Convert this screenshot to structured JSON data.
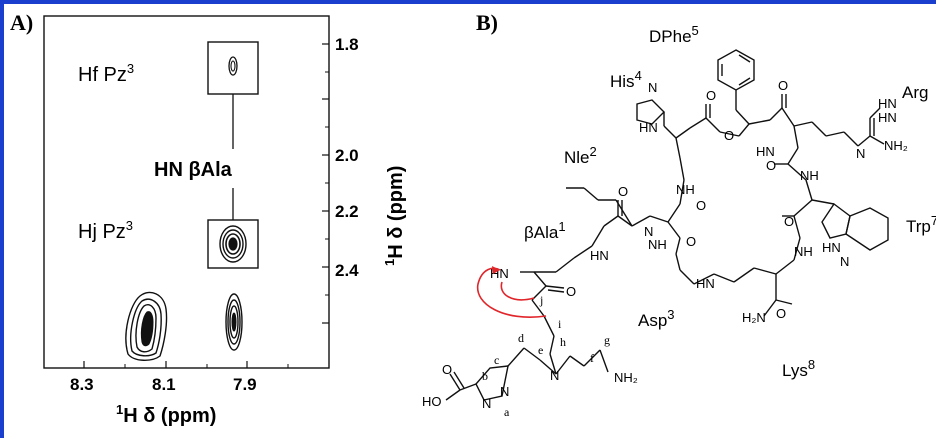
{
  "panel_a": {
    "letter": "A)",
    "x_ticks": [
      "8.3",
      "8.1",
      "7.9"
    ],
    "y_ticks": [
      "1.8",
      "2.0",
      "2.2",
      "2.4"
    ],
    "x_label_sup": "1",
    "x_label_main": "H δ (ppm)",
    "y_label_sup": "1",
    "y_label_main": "H δ (ppm)",
    "peak_hf": {
      "name": "Hf Pz",
      "sup": "3"
    },
    "peak_hj": {
      "name": "Hj Pz",
      "sup": "3"
    },
    "hn_label": "HN βAla"
  },
  "panel_b": {
    "letter": "B)",
    "residues": {
      "dphe": {
        "name": "DPhe",
        "sup": "5"
      },
      "his": {
        "name": "His",
        "sup": "4"
      },
      "arg": {
        "name": "Arg"
      },
      "nle": {
        "name": "Nle",
        "sup": "2"
      },
      "trp": {
        "name": "Trp",
        "sup": "7"
      },
      "bala": {
        "name": "βAla",
        "sup": "1"
      },
      "asp": {
        "name": "Asp",
        "sup": "3"
      },
      "lys": {
        "name": "Lys",
        "sup": "8"
      }
    },
    "atoms": {
      "hn": "HN",
      "nh": "NH",
      "n": "N",
      "o": "O",
      "ho": "HO",
      "h2n": "H₂N",
      "nh2": "NH₂",
      "hn_nh": "HN"
    },
    "letters": {
      "a": "a",
      "b": "b",
      "c": "c",
      "d": "d",
      "e": "e",
      "f": "f",
      "g": "g",
      "h": "h",
      "i": "i",
      "j": "j"
    },
    "noe_color": "#e0262b"
  }
}
